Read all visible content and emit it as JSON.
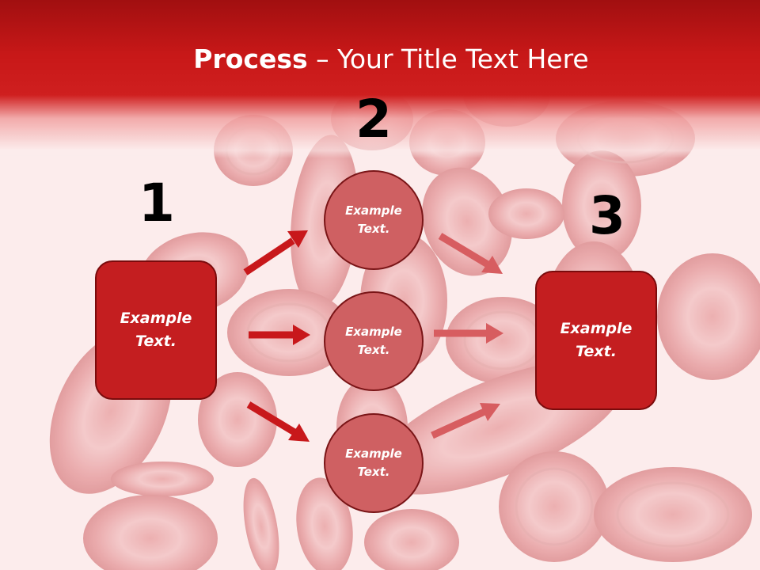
{
  "slide": {
    "title_bold": "Process",
    "title_rest": " – Your Title Text Here",
    "steps": [
      "1",
      "2",
      "3"
    ],
    "left_box_text": "Example Text.",
    "right_box_text": "Example Text.",
    "circles": [
      "Example Text.",
      "Example Text.",
      "Example Text."
    ]
  },
  "colors": {
    "title_band": "#c81818",
    "box_fill": "#c41e20",
    "circle_fill": "#cf6062",
    "arrow_dark": "#c8181b",
    "arrow_light": "#d75d60"
  },
  "background_image": "red-blood-cells"
}
